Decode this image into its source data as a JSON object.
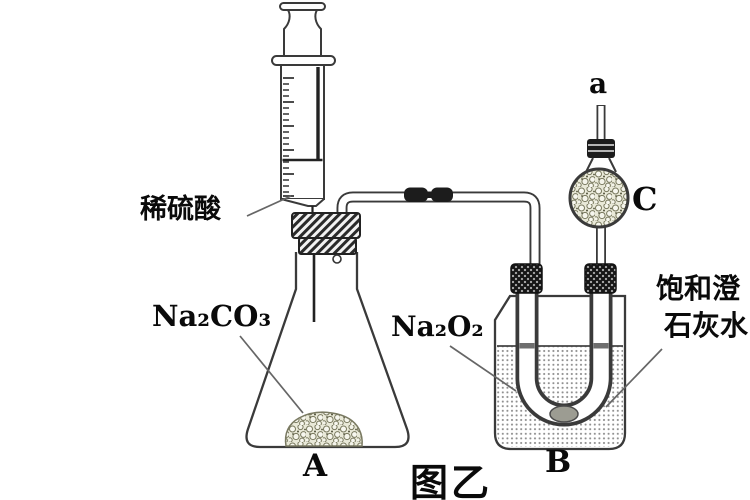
{
  "figure": {
    "caption": "图乙"
  },
  "labels": {
    "syringe_reagent": "稀硫酸",
    "flask_reagent": "Na₂CO₃",
    "utube_reagent": "Na₂O₂",
    "beaker_reagent_line1": "饱和澄",
    "beaker_reagent_line2": "石灰水",
    "flask_id": "A",
    "utube_id": "B",
    "bulb_id": "C",
    "outlet_id": "a"
  },
  "colors": {
    "outline": "#3a3a3a",
    "stopper_dark": "#1c1c1c",
    "granule_fill": "#e9e9d8",
    "granule_dot": "#77775c",
    "liquid_dot": "#8f8f8f",
    "sample_blob": "#9c9c92",
    "background": "#ffffff"
  }
}
